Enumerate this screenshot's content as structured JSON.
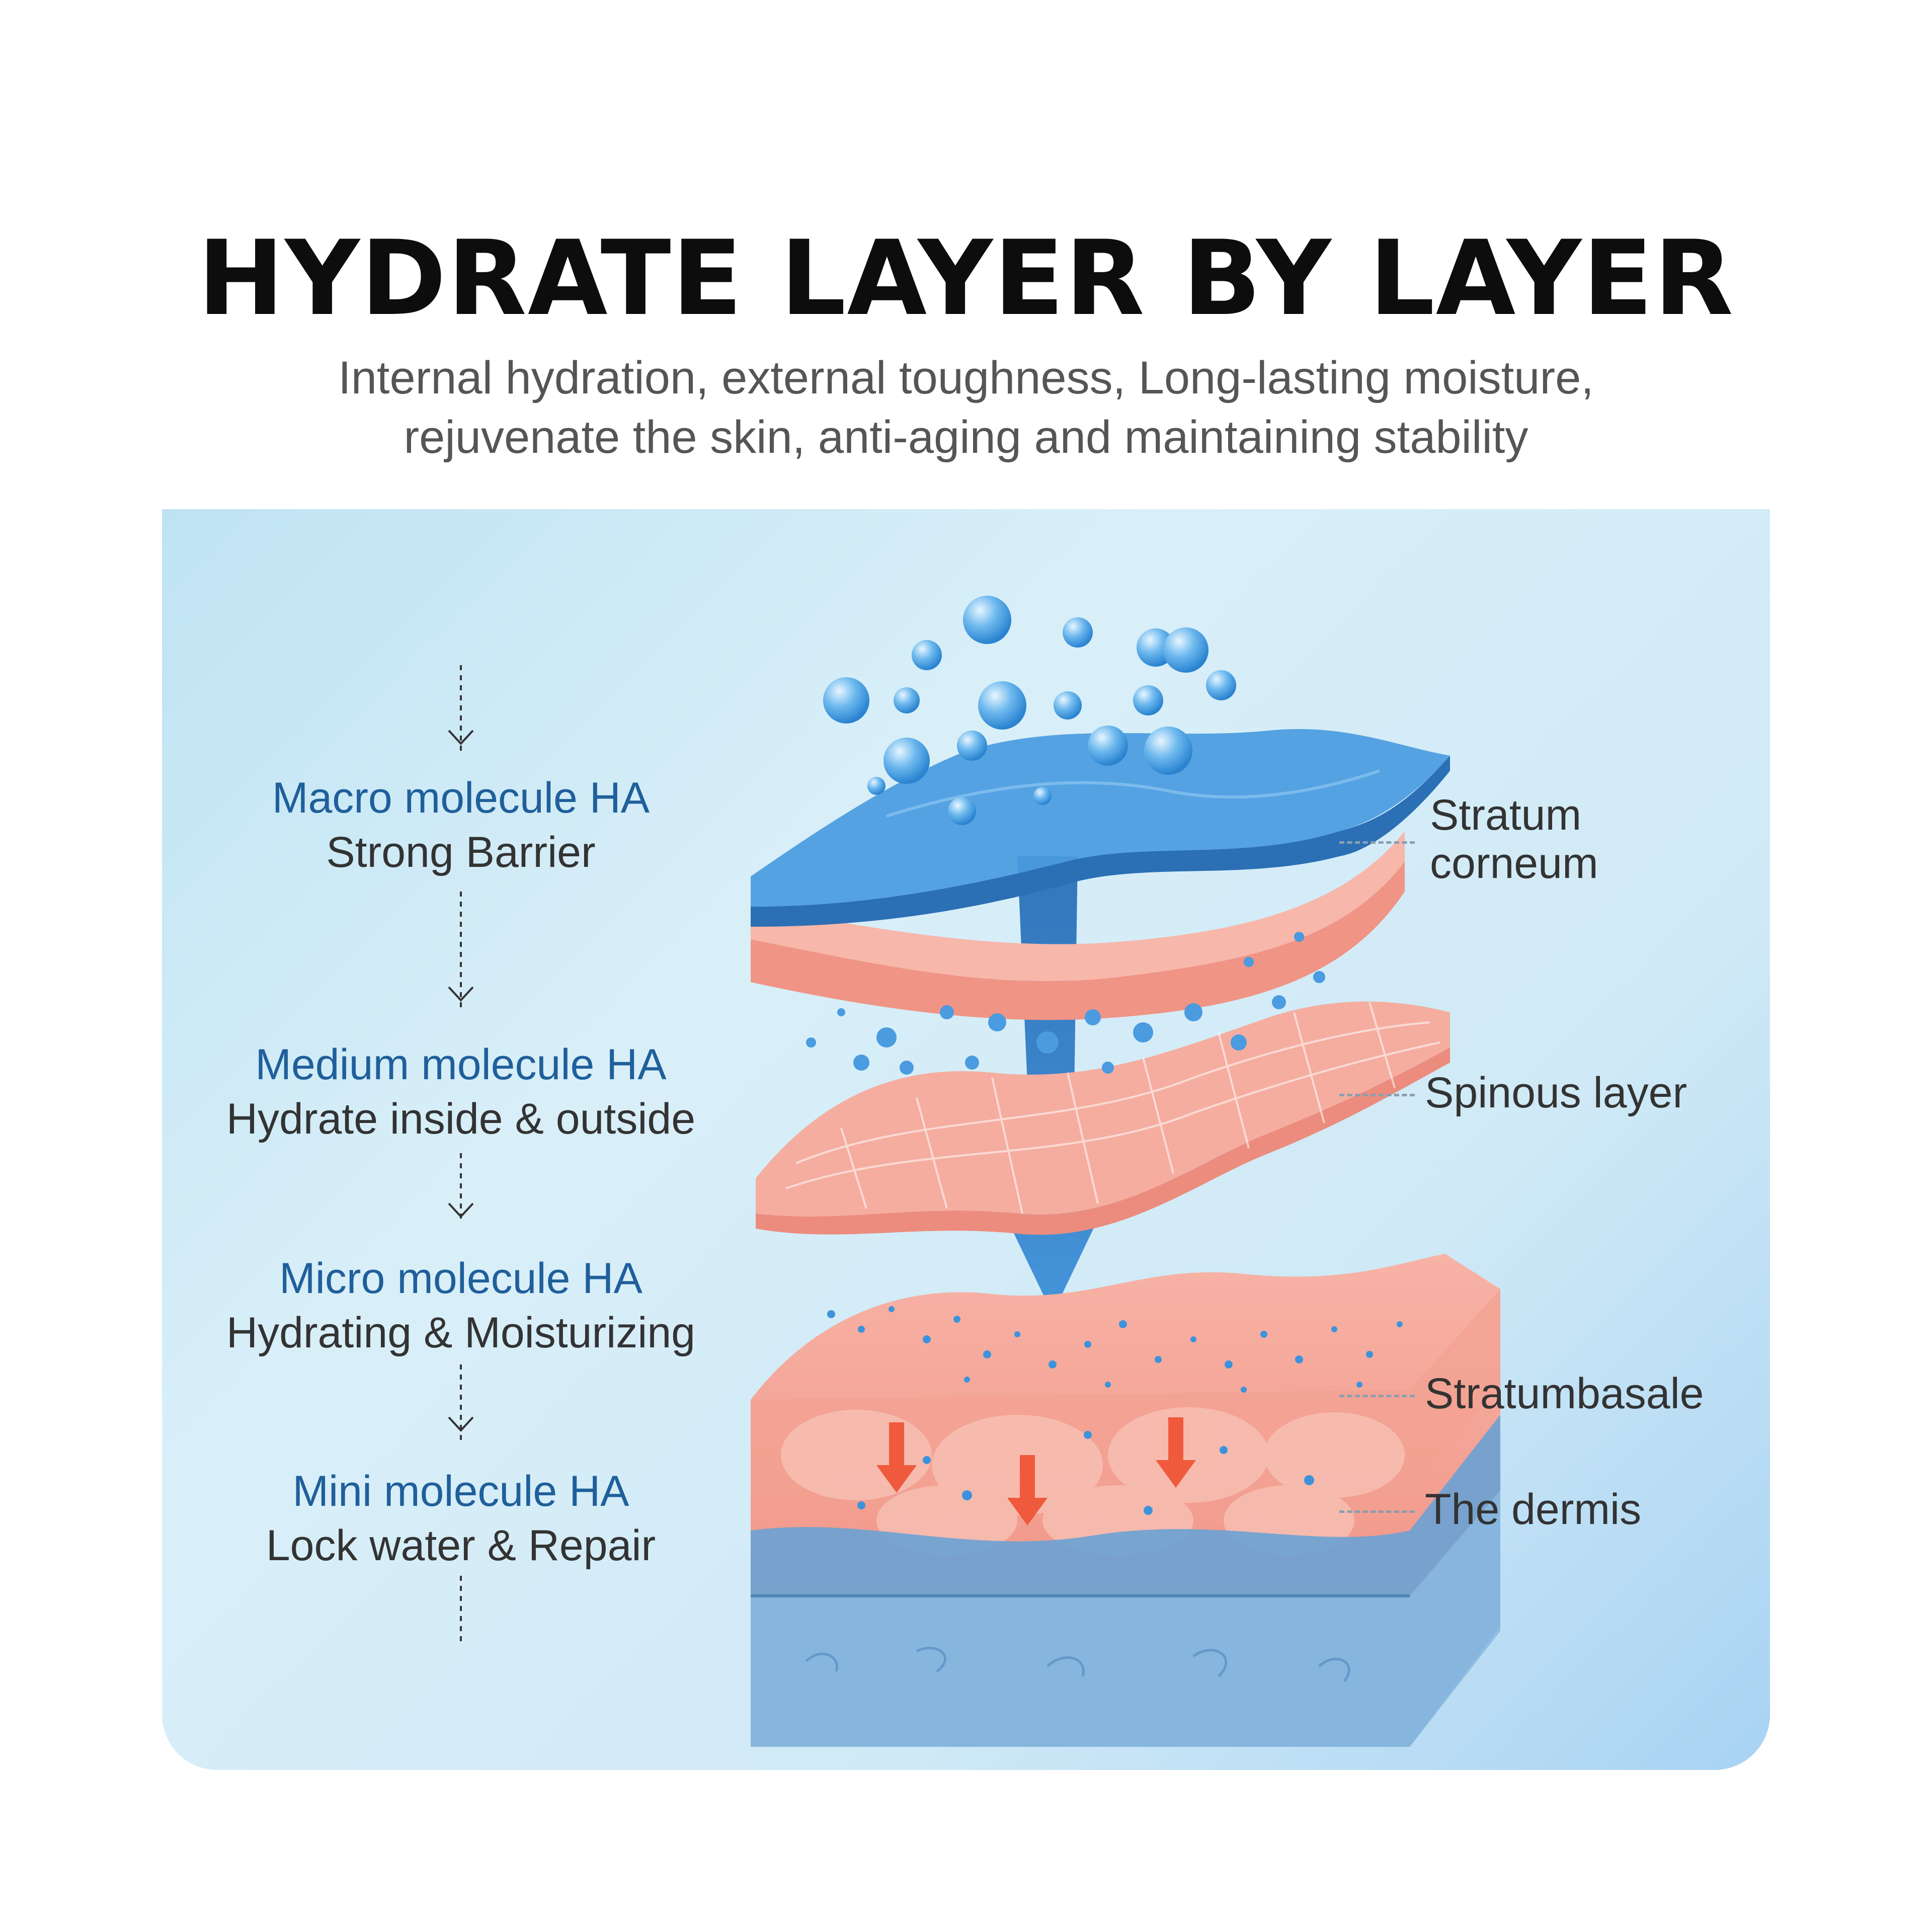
{
  "header": {
    "title": "HYDRATE LAYER BY LAYER",
    "subtitle_line1": "Internal hydration, external toughness, Long-lasting moisture,",
    "subtitle_line2": "rejuvenate the skin, anti-aging and maintaining stability"
  },
  "ha_types": [
    {
      "name": "Macro molecule HA",
      "desc": "Strong Barrier"
    },
    {
      "name": "Medium molecule HA",
      "desc": "Hydrate inside & outside"
    },
    {
      "name": "Micro molecule HA",
      "desc": "Hydrating & Moisturizing"
    },
    {
      "name": "Mini molecule HA",
      "desc": "Lock water & Repair"
    }
  ],
  "layers": {
    "stratum_corneum_line1": "Stratum",
    "stratum_corneum_line2": "corneum",
    "spinous": "Spinous layer",
    "basale": "Stratumbasale",
    "dermis": "The dermis"
  },
  "colors": {
    "ha_name": "#1f5f9b",
    "skin": "#f4a898",
    "water": "#3f8fd6",
    "arrow_red": "#ef5a3c"
  }
}
